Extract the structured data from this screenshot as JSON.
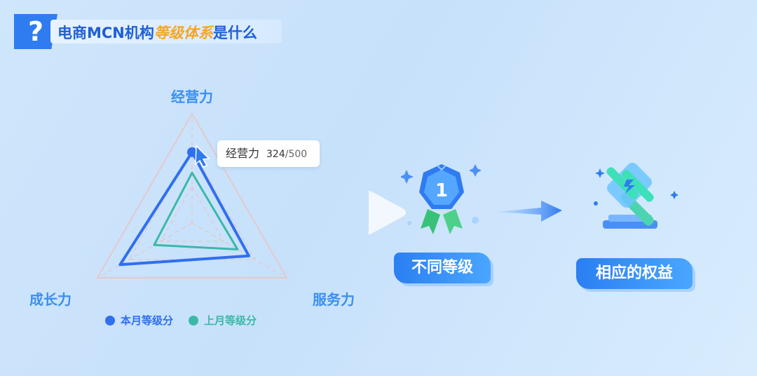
{
  "header": {
    "title_prefix": "电商MCN机构",
    "title_highlight": "等级体系",
    "title_suffix": "是什么",
    "badge_glyph": "?"
  },
  "chart_data": {
    "type": "radar",
    "axes": [
      "经营力",
      "服务力",
      "成长力"
    ],
    "max": 500,
    "series": [
      {
        "name": "本月等级分",
        "values": [
          324,
          300,
          380
        ],
        "color": "#2f6ff0"
      },
      {
        "name": "上月等级分",
        "values": [
          230,
          240,
          200
        ],
        "color": "#3cb8a8"
      }
    ],
    "grid_levels": 3
  },
  "tooltip": {
    "label": "经营力",
    "value": "324",
    "max": "/500"
  },
  "flow": {
    "medal_number": "1",
    "step1_label": "不同等级",
    "step2_label": "相应的权益"
  },
  "colors": {
    "accent": "#2f7bf0",
    "highlight": "#f5a623",
    "teal": "#3cb8a8"
  },
  "icons": {
    "play": "play-icon",
    "medal": "medal-icon",
    "arrow": "arrow-right-icon",
    "gavel": "gavel-icon"
  }
}
